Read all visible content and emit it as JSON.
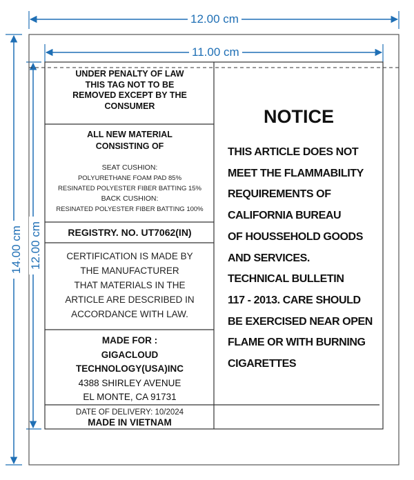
{
  "dimensions": {
    "outer_width": "12.00 cm",
    "inner_width": "11.00 cm",
    "outer_height": "14.00 cm",
    "inner_height": "12.00 cm"
  },
  "left_panel": {
    "penalty": [
      "UNDER PENALTY OF LAW",
      "THIS TAG NOT TO BE",
      "REMOVED EXCEPT BY THE",
      "CONSUMER"
    ],
    "material_heading": [
      "ALL NEW MATERIAL",
      "CONSISTING OF"
    ],
    "materials": [
      "SEAT CUSHION:",
      "POLYURETHANE FOAM PAD 85%",
      "RESINATED POLYESTER FIBER BATTING 15%",
      "BACK CUSHION:",
      "RESINATED POLYESTER FIBER BATTING 100%"
    ],
    "registry": "REGISTRY. NO. UT7062(IN)",
    "certification": [
      "CERTIFICATION IS MADE BY",
      "THE MANUFACTURER",
      "THAT MATERIALS IN THE",
      "ARTICLE ARE DESCRIBED IN",
      "ACCORDANCE WITH LAW."
    ],
    "made_for_label": "MADE FOR :",
    "company": [
      "GIGACLOUD",
      "TECHNOLOGY(USA)INC"
    ],
    "address": [
      "4388 SHIRLEY AVENUE",
      "EL MONTE, CA 91731"
    ],
    "delivery": "DATE OF DELIVERY: 10/2024",
    "origin": "MADE IN VIETNAM"
  },
  "right_panel": {
    "title": "NOTICE",
    "lines": [
      "THIS ARTICLE DOES NOT",
      "MEET THE FLAMMABILITY",
      "REQUIREMENTS OF",
      "CALIFORNIA BUREAU",
      "OF HOUSSEHOLD GOODS",
      "AND SERVICES.",
      "TECHNICAL BULLETIN",
      "117 - 2013. CARE SHOULD",
      "BE EXERCISED NEAR OPEN",
      "FLAME OR WITH BURNING",
      "CIGARETTES"
    ]
  },
  "colors": {
    "dimension": "#1f6fb5",
    "border": "#333333",
    "text": "#111111"
  }
}
